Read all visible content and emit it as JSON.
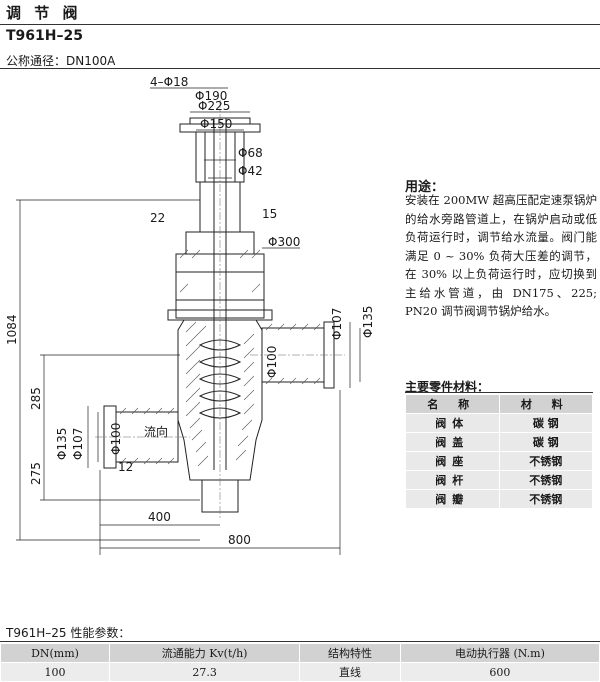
{
  "header": {
    "title": "调 节 阀",
    "model": "T961H–25",
    "nominal_label": "公称通径：",
    "nominal_value": "DN100A"
  },
  "drawing": {
    "dims": {
      "bolts": "4–Φ18",
      "d190": "Φ190",
      "d225": "Φ225",
      "d150": "Φ150",
      "d68": "Φ68",
      "d42": "Φ42",
      "h15": "15",
      "h22": "22",
      "d300": "Φ300",
      "d107r": "Φ107",
      "d135r": "Φ135",
      "d100r": "Φ100",
      "h1084": "1084",
      "h285": "285",
      "h275": "275",
      "d135l": "Φ135",
      "d107l": "Φ107",
      "d100l": "Φ100",
      "flow": "流向",
      "h12": "12",
      "w400": "400",
      "w800": "800"
    }
  },
  "usage": {
    "heading": "用途：",
    "text": "安装在 200MW 超高压配定速泵锅炉的给水旁路管道上，在锅炉启动或低负荷运行时，调节给水流量。阀门能满足 0 ~ 30% 负荷大压差的调节，在 30% 以上负荷运行时，应切换到主给水管道，由 DN175、225; PN20 调节阀调节锅炉给水。"
  },
  "materials": {
    "heading": "主要零件材料：",
    "col_name": "名 称",
    "col_mat": "材 料",
    "rows": [
      {
        "name": "阀体",
        "material": "碳 钢"
      },
      {
        "name": "阀盖",
        "material": "碳 钢"
      },
      {
        "name": "阀座",
        "material": "不锈钢"
      },
      {
        "name": "阀杆",
        "material": "不锈钢"
      },
      {
        "name": "阀瓣",
        "material": "不锈钢"
      }
    ]
  },
  "performance": {
    "heading": "T961H–25 性能参数：",
    "headers": [
      "DN(mm)",
      "流通能力 Kv(t/h)",
      "结构特性",
      "电动执行器 (N.m)"
    ],
    "row": [
      "100",
      "27.3",
      "直线",
      "600"
    ]
  }
}
